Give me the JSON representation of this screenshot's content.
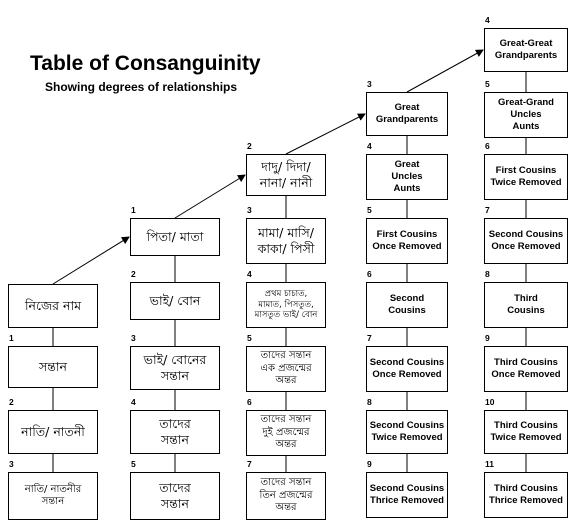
{
  "title": "Table of Consanguinity",
  "subtitle": "Showing degrees of relationships",
  "columns": [
    {
      "id": "c1",
      "boxes": [
        {
          "degree": "",
          "lines": [
            "নিজের নাম"
          ]
        },
        {
          "degree": "1",
          "lines": [
            "সন্তান"
          ]
        },
        {
          "degree": "2",
          "lines": [
            "নাতি/ নাতনী"
          ]
        },
        {
          "degree": "3",
          "lines": [
            "নাতি/ নাতনীর",
            "সন্তান"
          ]
        }
      ]
    },
    {
      "id": "c2",
      "boxes": [
        {
          "degree": "1",
          "lines": [
            "পিতা/ মাতা"
          ]
        },
        {
          "degree": "2",
          "lines": [
            "ভাই/ বোন"
          ]
        },
        {
          "degree": "3",
          "lines": [
            "ভাই/ বোনের",
            "সন্তান"
          ]
        },
        {
          "degree": "4",
          "lines": [
            "তাদের",
            "সন্তান"
          ]
        },
        {
          "degree": "5",
          "lines": [
            "তাদের",
            "সন্তান"
          ]
        }
      ]
    },
    {
      "id": "c3",
      "boxes": [
        {
          "degree": "2",
          "lines": [
            "দাদু/ দিদা/",
            "নানা/ নানী"
          ]
        },
        {
          "degree": "3",
          "lines": [
            "মামা/ মাসি/",
            "কাকা/ পিসী"
          ]
        },
        {
          "degree": "4",
          "lines": [
            "প্রথম চাচাত,",
            "মামাত, পিসতুত,",
            "মাসতুত ভাই/ বোন"
          ]
        },
        {
          "degree": "5",
          "lines": [
            "তাদের সন্তান",
            "এক প্রজন্মের",
            "অন্তর"
          ]
        },
        {
          "degree": "6",
          "lines": [
            "তাদের সন্তান",
            "দুই প্রজন্মের",
            "অন্তর"
          ]
        },
        {
          "degree": "7",
          "lines": [
            "তাদের সন্তান",
            "তিন প্রজন্মের",
            "অন্তর"
          ]
        }
      ]
    },
    {
      "id": "c4",
      "boxes": [
        {
          "degree": "3",
          "lines": [
            "Great",
            "Grandparents"
          ]
        },
        {
          "degree": "4",
          "lines": [
            "Great",
            "Uncles",
            "Aunts"
          ]
        },
        {
          "degree": "5",
          "lines": [
            "First Cousins",
            "Once Removed"
          ]
        },
        {
          "degree": "6",
          "lines": [
            "Second",
            "Cousins"
          ]
        },
        {
          "degree": "7",
          "lines": [
            "Second Cousins",
            "Once Removed"
          ]
        },
        {
          "degree": "8",
          "lines": [
            "Second Cousins",
            "Twice Removed"
          ]
        },
        {
          "degree": "9",
          "lines": [
            "Second Cousins",
            "Thrice Removed"
          ]
        }
      ]
    },
    {
      "id": "c5",
      "boxes": [
        {
          "degree": "4",
          "lines": [
            "Great-Great",
            "Grandparents"
          ]
        },
        {
          "degree": "5",
          "lines": [
            "Great-Grand",
            "Uncles",
            "Aunts"
          ]
        },
        {
          "degree": "6",
          "lines": [
            "First Cousins",
            "Twice Removed"
          ]
        },
        {
          "degree": "7",
          "lines": [
            "Second Cousins",
            "Once Removed"
          ]
        },
        {
          "degree": "8",
          "lines": [
            "Third",
            "Cousins"
          ]
        },
        {
          "degree": "9",
          "lines": [
            "Third Cousins",
            "Once Removed"
          ]
        },
        {
          "degree": "10",
          "lines": [
            "Third Cousins",
            "Twice Removed"
          ]
        },
        {
          "degree": "11",
          "lines": [
            "Third Cousins",
            "Thrice Removed"
          ]
        }
      ]
    }
  ]
}
